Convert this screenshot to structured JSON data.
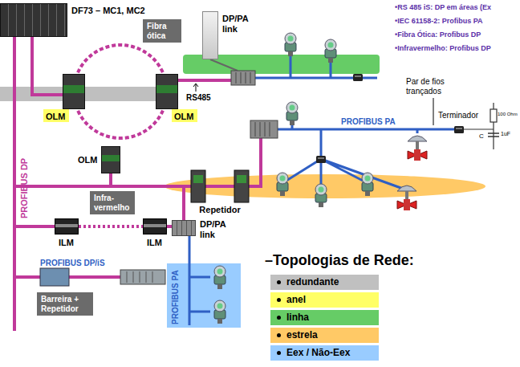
{
  "diagram": {
    "nodes": [
      {
        "text": [
          "DF73 – MC1, MC2"
        ]
      },
      {
        "text": [
          "Fibra ótica"
        ]
      },
      {
        "text": [
          "OLM"
        ]
      },
      {
        "text": [
          "OLM"
        ]
      },
      {
        "text": [
          "OLM"
        ]
      },
      {
        "text": [
          "DP/PA link"
        ]
      },
      {
        "text": [
          "Repetidor"
        ]
      },
      {
        "text": [
          "Infra-vermelho"
        ]
      },
      {
        "text": [
          "ILM"
        ]
      },
      {
        "text": [
          "ILM"
        ]
      },
      {
        "text": [
          "DP/PA link"
        ]
      },
      {
        "text": [
          "Barreira + Repetidor"
        ]
      }
    ],
    "edges": [
      {
        "from": 2,
        "to": 3,
        "arrow": "none"
      },
      {
        "from": 3,
        "to": 2,
        "arrow": "none"
      },
      {
        "from": 8,
        "to": 9,
        "arrow": "none"
      }
    ],
    "labels": [
      "RS485",
      "Par de fios trançados",
      "PROFIBUS PA",
      "Terminador",
      "100 Ohm",
      "C",
      "1uF",
      "PROFIBUS DP",
      "PROFIBUS PA",
      "PROFIBUS DP/iS",
      "–Topologias de Rede:",
      "•RS 485 iS: DP em áreas (Ex",
      "•IEC 61158-2: Profibus PA",
      "•Fibra Ótica: Profibus DP",
      "•Infravermelho: Profibus DP"
    ],
    "legend": [
      {
        "text": "redundante",
        "color": "#c0c0c0"
      },
      {
        "text": "anel",
        "color": "#ffff66"
      },
      {
        "text": "linha",
        "color": "#66cc66"
      },
      {
        "text": "estrela",
        "color": "#ffc966"
      },
      {
        "text": "Eex / Não-Eex",
        "color": "#99ccff"
      }
    ]
  }
}
